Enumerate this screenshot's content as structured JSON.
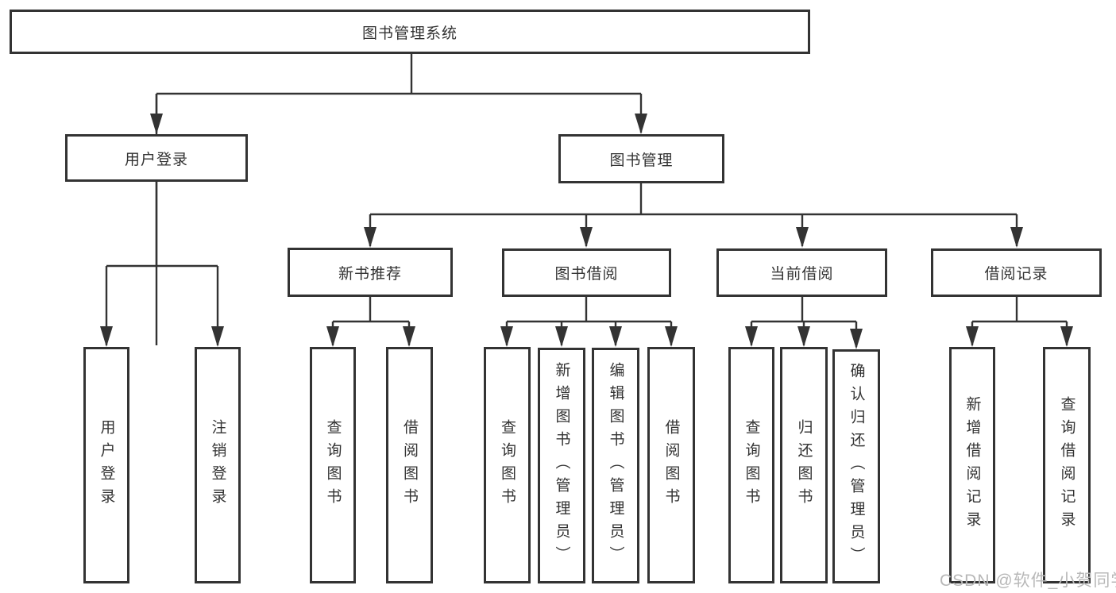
{
  "colors": {
    "box_border": "#333333",
    "connector_line": "#333333",
    "text": "#333333",
    "watermark": "#b8b8b8",
    "background": "#ffffff"
  },
  "watermark": {
    "text": "CSDN @软件_小贺同学"
  },
  "tree": {
    "label": "图书管理系统",
    "children": [
      {
        "label": "用户登录",
        "children": [
          {
            "label": "用户登录"
          },
          {
            "label": "注销登录"
          }
        ]
      },
      {
        "label": "图书管理",
        "children": [
          {
            "label": "新书推荐",
            "children": [
              {
                "label": "查询图书"
              },
              {
                "label": "借阅图书"
              }
            ]
          },
          {
            "label": "图书借阅",
            "children": [
              {
                "label": "查询图书"
              },
              {
                "label": "新增图书（管理员）"
              },
              {
                "label": "编辑图书（管理员）"
              },
              {
                "label": "借阅图书"
              }
            ]
          },
          {
            "label": "当前借阅",
            "children": [
              {
                "label": "查询图书"
              },
              {
                "label": "归还图书"
              },
              {
                "label": "确认归还（管理员）"
              }
            ]
          },
          {
            "label": "借阅记录",
            "children": [
              {
                "label": "新增借阅记录"
              },
              {
                "label": "查询借阅记录"
              }
            ]
          }
        ]
      }
    ]
  }
}
